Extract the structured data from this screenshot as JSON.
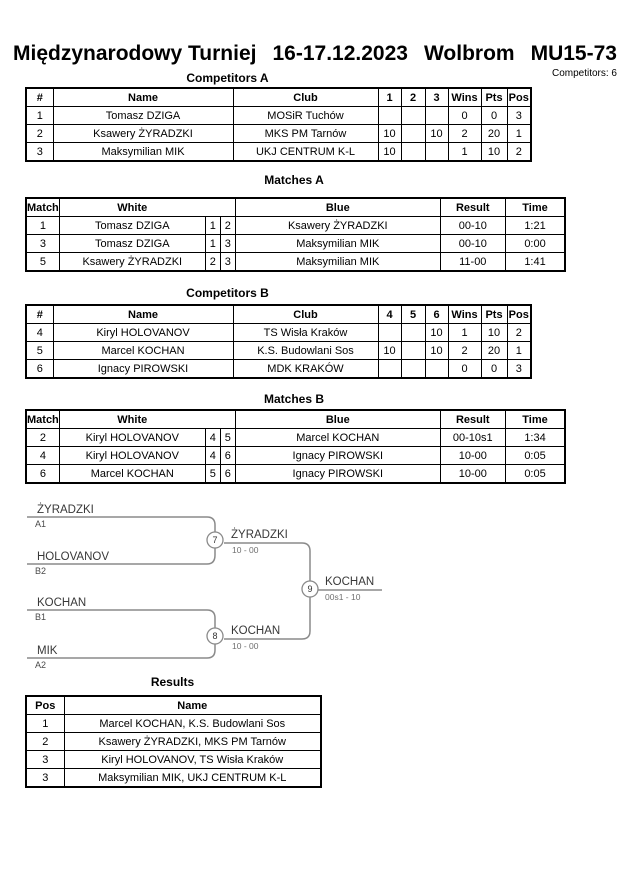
{
  "header": {
    "title_parts": [
      "Międzynarodowy Turniej",
      "16-17.12.2023",
      "Wolbrom",
      "MU15-73"
    ],
    "competitors_count": "Competitors: 6"
  },
  "competitorsA": {
    "title": "Competitors A",
    "headers": {
      "num": "#",
      "name": "Name",
      "club": "Club",
      "g1": "1",
      "g2": "2",
      "g3": "3",
      "wins": "Wins",
      "pts": "Pts",
      "pos": "Pos"
    },
    "rows": [
      {
        "num": "1",
        "name": "Tomasz DZIGA",
        "club": "MOSiR Tuchów",
        "g1": "",
        "g2": "",
        "g3": "",
        "wins": "0",
        "pts": "0",
        "pos": "3"
      },
      {
        "num": "2",
        "name": "Ksawery ŻYRADZKI",
        "club": "MKS PM Tarnów",
        "g1": "10",
        "g2": "",
        "g3": "10",
        "wins": "2",
        "pts": "20",
        "pos": "1"
      },
      {
        "num": "3",
        "name": "Maksymilian MIK",
        "club": "UKJ CENTRUM K-L",
        "g1": "10",
        "g2": "",
        "g3": "",
        "wins": "1",
        "pts": "10",
        "pos": "2"
      }
    ]
  },
  "matchesA": {
    "title": "Matches A",
    "headers": {
      "match": "Match",
      "white": "White",
      "blue": "Blue",
      "result": "Result",
      "time": "Time"
    },
    "rows": [
      {
        "match": "1",
        "white": "Tomasz DZIGA",
        "wnum": "1",
        "bnum": "2",
        "blue": "Ksawery ŻYRADZKI",
        "result": "00-10",
        "time": "1:21"
      },
      {
        "match": "3",
        "white": "Tomasz DZIGA",
        "wnum": "1",
        "bnum": "3",
        "blue": "Maksymilian MIK",
        "result": "00-10",
        "time": "0:00"
      },
      {
        "match": "5",
        "white": "Ksawery ŻYRADZKI",
        "wnum": "2",
        "bnum": "3",
        "blue": "Maksymilian MIK",
        "result": "11-00",
        "time": "1:41"
      }
    ]
  },
  "competitorsB": {
    "title": "Competitors B",
    "headers": {
      "num": "#",
      "name": "Name",
      "club": "Club",
      "g1": "4",
      "g2": "5",
      "g3": "6",
      "wins": "Wins",
      "pts": "Pts",
      "pos": "Pos"
    },
    "rows": [
      {
        "num": "4",
        "name": "Kiryl HOLOVANOV",
        "club": "TS Wisła Kraków",
        "g1": "",
        "g2": "",
        "g3": "10",
        "wins": "1",
        "pts": "10",
        "pos": "2"
      },
      {
        "num": "5",
        "name": "Marcel KOCHAN",
        "club": "K.S. Budowlani Sos",
        "g1": "10",
        "g2": "",
        "g3": "10",
        "wins": "2",
        "pts": "20",
        "pos": "1"
      },
      {
        "num": "6",
        "name": "Ignacy PIROWSKI",
        "club": "MDK KRAKÓW",
        "g1": "",
        "g2": "",
        "g3": "",
        "wins": "0",
        "pts": "0",
        "pos": "3"
      }
    ]
  },
  "matchesB": {
    "title": "Matches B",
    "headers": {
      "match": "Match",
      "white": "White",
      "blue": "Blue",
      "result": "Result",
      "time": "Time"
    },
    "rows": [
      {
        "match": "2",
        "white": "Kiryl HOLOVANOV",
        "wnum": "4",
        "bnum": "5",
        "blue": "Marcel KOCHAN",
        "result": "00-10s1",
        "time": "1:34"
      },
      {
        "match": "4",
        "white": "Kiryl HOLOVANOV",
        "wnum": "4",
        "bnum": "6",
        "blue": "Ignacy PIROWSKI",
        "result": "10-00",
        "time": "0:05"
      },
      {
        "match": "6",
        "white": "Marcel KOCHAN",
        "wnum": "5",
        "bnum": "6",
        "blue": "Ignacy PIROWSKI",
        "result": "10-00",
        "time": "0:05"
      }
    ]
  },
  "bracket": {
    "entries": [
      {
        "name": "ŻYRADZKI",
        "code": "A1"
      },
      {
        "name": "HOLOVANOV",
        "code": "B2"
      },
      {
        "name": "KOCHAN",
        "code": "B1"
      },
      {
        "name": "MIK",
        "code": "A2"
      }
    ],
    "semifinal1": {
      "number": "7",
      "winner": "ŻYRADZKI",
      "score": "10 - 00"
    },
    "semifinal2": {
      "number": "8",
      "winner": "KOCHAN",
      "score": "10 - 00"
    },
    "final": {
      "number": "9",
      "winner": "KOCHAN",
      "score": "00s1 - 10"
    }
  },
  "results": {
    "title": "Results",
    "headers": {
      "pos": "Pos",
      "name": "Name"
    },
    "rows": [
      {
        "pos": "1",
        "name": "Marcel KOCHAN, K.S. Budowlani Sos"
      },
      {
        "pos": "2",
        "name": "Ksawery ŻYRADZKI, MKS PM Tarnów"
      },
      {
        "pos": "3",
        "name": "Kiryl HOLOVANOV, TS Wisła Kraków"
      },
      {
        "pos": "3",
        "name": "Maksymilian MIK, UKJ CENTRUM K-L"
      }
    ]
  }
}
